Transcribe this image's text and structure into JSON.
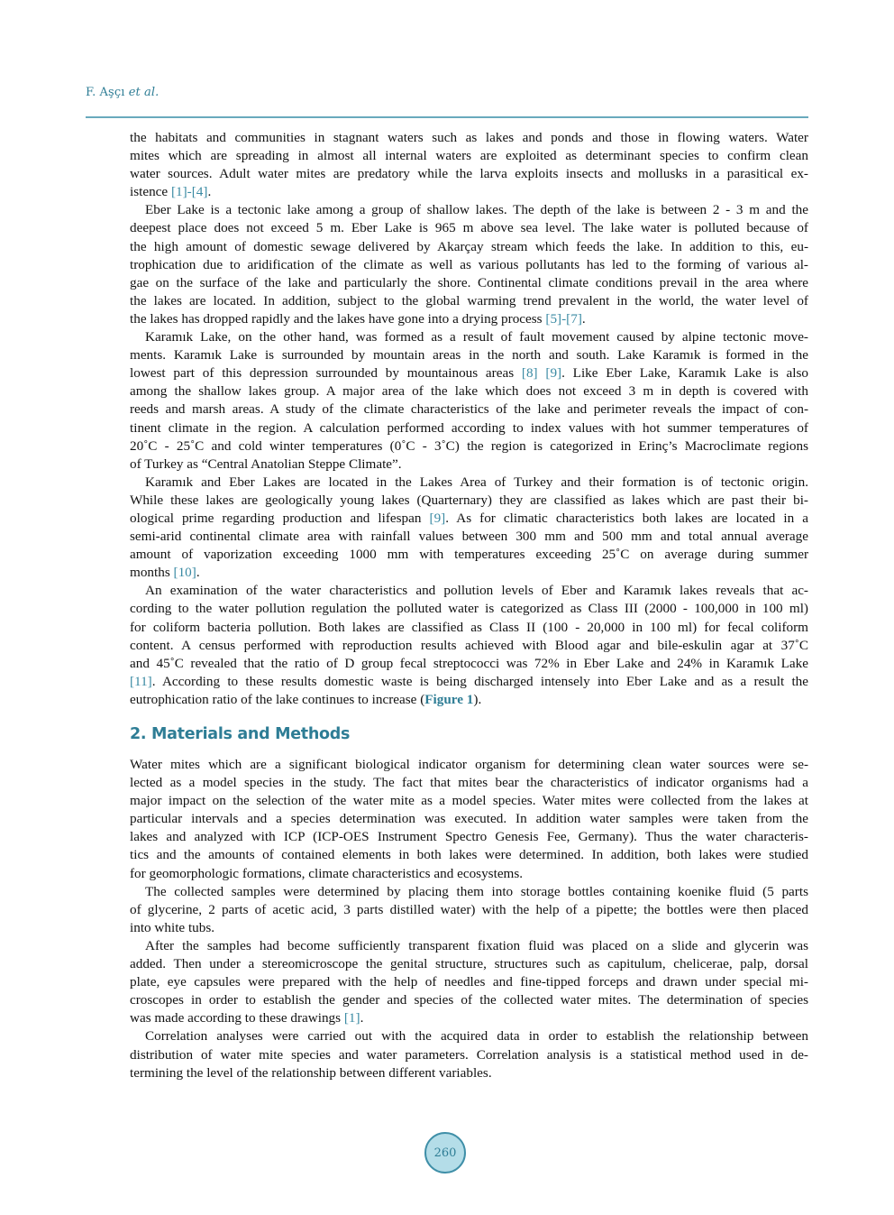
{
  "running_head": {
    "author": "F. Aşçı",
    "etal": "et al."
  },
  "section1_continued": {
    "p1": {
      "lines": [
        "the habitats and communities in stagnant waters such as lakes and ponds and those in flowing waters. Water",
        "mites which are spreading in almost all internal waters are exploited as determinant species to confirm clean",
        "water sources. Adult water mites are predatory while the larva exploits insects and mollusks in a parasitical ex-"
      ],
      "last_prefix": "istence ",
      "last_cite": "[1]-[4]",
      "last_suffix": "."
    },
    "p2": {
      "lines": [
        "Eber Lake is a tectonic lake among a group of shallow lakes. The depth of the lake is between 2 - 3 m and the",
        "deepest place does not exceed 5 m. Eber Lake is 965 m above sea level. The lake water is polluted because of",
        "the high amount of domestic sewage delivered by Akarçay stream which feeds the lake. In addition to this, eu-",
        "trophication due to aridification of the climate as well as various pollutants has led to the forming of various al-",
        "gae on the surface of the lake and particularly the shore. Continental climate conditions prevail in the area where",
        "the lakes are located. In addition, subject to the global warming trend prevalent in the world, the water level of"
      ],
      "last_prefix": "the lakes has dropped rapidly and the lakes have gone into a drying process ",
      "last_cite": "[5]-[7]",
      "last_suffix": "."
    },
    "p3": {
      "line1": "Karamık Lake, on the other hand, was formed as a result of fault movement caused by alpine tectonic move-",
      "line2": "ments. Karamık Lake is surrounded by mountain areas in the north and south. Lake Karamık is formed in the",
      "line3_prefix": "lowest part of this depression surrounded by mountainous areas ",
      "line3_cite1": "[8]",
      "line3_cite2": "[9]",
      "line3_suffix": ". Like Eber Lake, Karamık Lake is also",
      "lines_rest": [
        "among the shallow lakes group. A major area of the lake which does not exceed 3 m in depth is covered with",
        "reeds and marsh areas. A study of the climate characteristics of the lake and perimeter reveals the impact of con-",
        "tinent climate in the region. A calculation performed according to index values with hot summer temperatures of",
        "20˚C - 25˚C and cold winter temperatures (0˚C - 3˚C) the region is categorized in Erinç’s Macroclimate regions"
      ],
      "last": "of Turkey as “Central Anatolian Steppe Climate”."
    },
    "p4": {
      "line1": "Karamık and Eber Lakes are located in the Lakes Area of Turkey and their formation is of tectonic origin.",
      "line2": "While these lakes are geologically young lakes (Quarternary) they are classified as lakes which are past their bi-",
      "line3_prefix": "ological prime regarding production and lifespan ",
      "line3_cite": "[9]",
      "line3_suffix": ". As for climatic characteristics both lakes are located in a",
      "line4": "semi-arid continental climate area with rainfall values between 300 mm and 500 mm and total annual average",
      "line5": "amount of vaporization exceeding 1000 mm with temperatures exceeding 25˚C on average during summer",
      "last_prefix": "months ",
      "last_cite": "[10]",
      "last_suffix": "."
    },
    "p5": {
      "lines": [
        "An examination of the water characteristics and pollution levels of Eber and Karamık lakes reveals that ac-",
        "cording to the water pollution regulation the polluted water is categorized as Class III (2000 - 100,000 in 100 ml)",
        "for coliform bacteria pollution. Both lakes are classified as Class II (100 - 20,000 in 100 ml) for fecal coliform",
        "content. A census performed with reproduction results achieved with Blood agar and bile-eskulin agar at 37˚C",
        "and 45˚C revealed that the ratio of D group fecal streptococci was 72% in Eber Lake and 24% in Karamık Lake"
      ],
      "line6_cite": "[11]",
      "line6_suffix": ". According to these results domestic waste is being discharged intensely into Eber Lake and as a result the",
      "last_prefix": "eutrophication ratio of the lake continues to increase (",
      "last_figref": "Figure 1",
      "last_suffix": ")."
    }
  },
  "section2": {
    "heading": "2. Materials and Methods",
    "p1": {
      "lines": [
        "Water mites which are a significant biological indicator organism for determining clean water sources were se-",
        "lected as a model species in the study. The fact that mites bear the characteristics of indicator organisms had a",
        "major impact on the selection of the water mite as a model species. Water mites were collected from the lakes at",
        "particular intervals and a species determination was executed. In addition water samples were taken from the",
        "lakes and analyzed with ICP (ICP-OES Instrument Spectro Genesis Fee, Germany). Thus the water characteris-",
        "tics and the amounts of contained elements in both lakes were determined. In addition, both lakes were studied"
      ],
      "last": "for geomorphologic formations, climate characteristics and ecosystems."
    },
    "p2": {
      "lines": [
        "The collected samples were determined by placing them into storage bottles containing koenike fluid (5 parts",
        "of glycerine, 2 parts of acetic acid, 3 parts distilled water) with the help of a pipette; the bottles were then placed"
      ],
      "last": "into white tubs."
    },
    "p3": {
      "lines": [
        "After the samples had become sufficiently transparent fixation fluid was placed on a slide and glycerin was",
        "added. Then under a stereomicroscope the genital structure, structures such as capitulum, chelicerae, palp, dorsal",
        "plate, eye capsules were prepared with the help of needles and fine-tipped forceps and drawn under special mi-",
        "croscopes in order to establish the gender and species of the collected water mites. The determination of species"
      ],
      "last_prefix": "was made according to these drawings ",
      "last_cite": "[1]",
      "last_suffix": "."
    },
    "p4": {
      "lines": [
        "Correlation analyses were carried out with the acquired data in order to establish the relationship between",
        "distribution of water mite species and water parameters. Correlation analysis is a statistical method used in de-"
      ],
      "last": "termining the level of the relationship between different variables."
    }
  },
  "footer": {
    "page_number": "260"
  }
}
